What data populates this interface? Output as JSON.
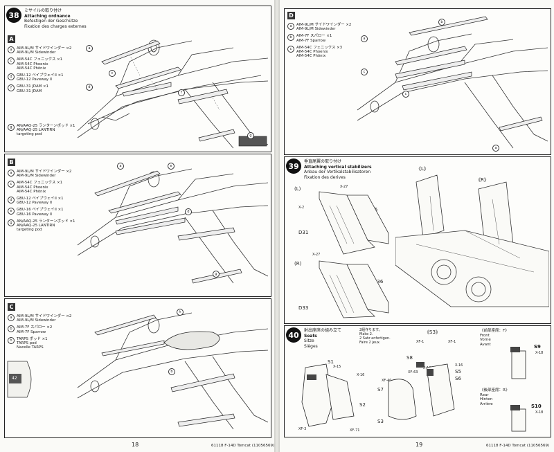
{
  "left_page": {
    "page_number": "18",
    "footer": "61118 F-14D Tomcat (11056569)",
    "step38": {
      "number": "38",
      "title_jp": "ミサイルの取り付け",
      "title_en": "Attaching ordnance",
      "title_de": "Befestigen der Geschütze",
      "title_fr": "Fixation des charges externes",
      "variant_a": {
        "letter": "A",
        "items": [
          {
            "mark": "a",
            "lines": [
              "AIM-9L/M サイドワインダー ×2",
              "AIM-9L/M Sidewinder"
            ]
          },
          {
            "mark": "c",
            "lines": [
              "AIM-54C フェニックス ×1",
              "AIM-54C Phoenix",
              "AIM-54C Phönix"
            ]
          },
          {
            "mark": "d",
            "lines": [
              "GBU-12 ペイブウェイII ×1",
              "GBU-12 Paveway II"
            ]
          },
          {
            "mark": "f",
            "lines": [
              "GBU-31 JDAM ×1",
              "GBU-31 JDAM"
            ]
          },
          {
            "mark": "g",
            "lines": [
              "AN/AAQ-25 ランターンポッド ×1",
              "AN/AAQ-25 LANTIRN",
              "targeting pod"
            ]
          }
        ]
      },
      "variant_b": {
        "letter": "B",
        "items": [
          {
            "mark": "a",
            "lines": [
              "AIM-9L/M サイドワインダー ×2",
              "AIM-9L/M Sidewinder"
            ]
          },
          {
            "mark": "c",
            "lines": [
              "AIM-54C フェニックス ×1",
              "AIM-54C Phoenix",
              "AIM-54C Phönix"
            ]
          },
          {
            "mark": "d",
            "lines": [
              "GBU-12 ペイブウェイII ×1",
              "GBU-12 Paveway II"
            ]
          },
          {
            "mark": "e",
            "lines": [
              "GBU-16 ペイブウェイII ×1",
              "GBU-16 Paveway II"
            ]
          },
          {
            "mark": "g",
            "lines": [
              "AN/AAQ-25 ランターンポッド ×1",
              "AN/AAQ-25 LANTIRN",
              "targeting pod"
            ]
          }
        ]
      },
      "variant_c": {
        "letter": "C",
        "items": [
          {
            "mark": "a",
            "lines": [
              "AIM-9L/M サイドワインダー ×2",
              "AIM-9L/M Sidewinder"
            ]
          },
          {
            "mark": "b",
            "lines": [
              "AIM-7F スパロー ×2",
              "AIM-7F Sparrow"
            ]
          },
          {
            "mark": "h",
            "lines": [
              "TARPS ポッド ×1",
              "TARPS pod",
              "Nacelle TARPS"
            ]
          }
        ],
        "pod_code": "42"
      }
    }
  },
  "right_page": {
    "page_number": "19",
    "footer": "61118 F-14D Tomcat (11056569)",
    "variant_d": {
      "letter": "D",
      "items": [
        {
          "mark": "a",
          "lines": [
            "AIM-9L/M サイドワインダー ×2",
            "AIM-9L/M Sidewinder"
          ]
        },
        {
          "mark": "b",
          "lines": [
            "AIM-7F スパロー ×1",
            "AIM-7F Sparrow"
          ]
        },
        {
          "mark": "c",
          "lines": [
            "AIM-54C フェニックス ×3",
            "AIM-54C Phoenix",
            "AIM-54C Phönix"
          ]
        }
      ]
    },
    "step39": {
      "number": "39",
      "title_jp": "垂直尾翼の取り付け",
      "title_en": "Attaching vertical stabilizers",
      "title_de": "Anbau der Vertikalstabilisatoren",
      "title_fr": "Fixation des derives",
      "labels": {
        "left": "《L》",
        "right": "《R》",
        "left2": "(L)",
        "right2": "(R)",
        "x27": "X-27",
        "x2": "X-2",
        "d35": "D35",
        "d31": "D31",
        "d36": "D36",
        "d33": "D33"
      }
    },
    "step40": {
      "number": "40",
      "title_jp": "射出座席の組み立て",
      "title_en": "Seats",
      "title_de": "Sitze",
      "title_fr": "Sièges",
      "make_note": [
        "2組作ります。",
        "Make 2.",
        "2 Satz anfertigen.",
        "Faire 2 jeux."
      ],
      "s3_label": "《S3》",
      "front_label": [
        "《前部座席：F》",
        "Front",
        "Vorne",
        "Avant"
      ],
      "rear_label": [
        "《後部座席：R》",
        "Rear",
        "Hinten",
        "Arrière"
      ],
      "parts": {
        "s1": "S1",
        "s2": "S2",
        "s3": "S3",
        "s5": "S5",
        "s6": "S6",
        "s7": "S7",
        "s8": "S8",
        "s9": "S9",
        "s10": "S10",
        "xf1": "XF-1",
        "xf40": "XF-40",
        "xf63": "XF-63",
        "xf71": "XF-71",
        "xf3": "XF-3",
        "x15": "X-15",
        "x16": "X-16",
        "x18": "X-18"
      }
    }
  }
}
